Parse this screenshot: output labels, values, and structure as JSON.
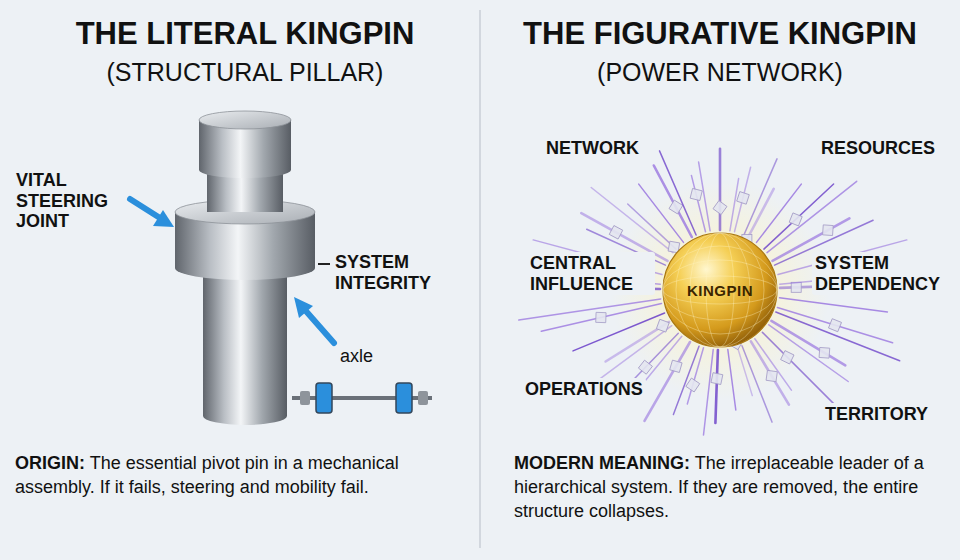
{
  "diagram": {
    "nodes": [
      {
        "text": [
          "KINGPIN"
        ]
      }
    ],
    "labels": [
      "THE LITERAL KINGPIN",
      "(STRUCTURAL PILLAR)",
      "THE FIGURATIVE KINGPIN",
      "(POWER NETWORK)",
      "VITAL STEERING JOINT",
      "SYSTEM INTEGRITY",
      "axle",
      "NETWORK",
      "RESOURCES",
      "CENTRAL INFLUENCE",
      "SYSTEM DEPENDENCY",
      "OPERATIONS",
      "TERRITORY",
      "ORIGIN:",
      "The essential pivot pin in a mechanical assembly. If it fails, steering and mobility fail.",
      "MODERN MEANING:",
      "The irreplaceable leader of a hierarchical system. If they are removed, the entire structure collapses."
    ]
  }
}
